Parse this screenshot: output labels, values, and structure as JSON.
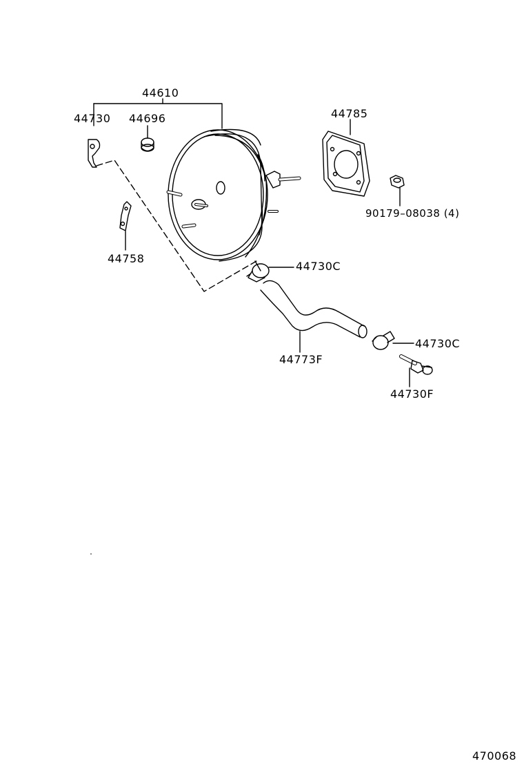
{
  "diagram": {
    "part_labels": {
      "assembly": "44610",
      "clip_left": "44730",
      "grommet": "44696",
      "gasket": "44785",
      "nut": "90179–08038 (4)",
      "bracket": "44758",
      "clamp_upper": "44730C",
      "clamp_lower": "44730C",
      "hose": "44773F",
      "union": "44730F"
    },
    "catalog_number": "470068"
  }
}
